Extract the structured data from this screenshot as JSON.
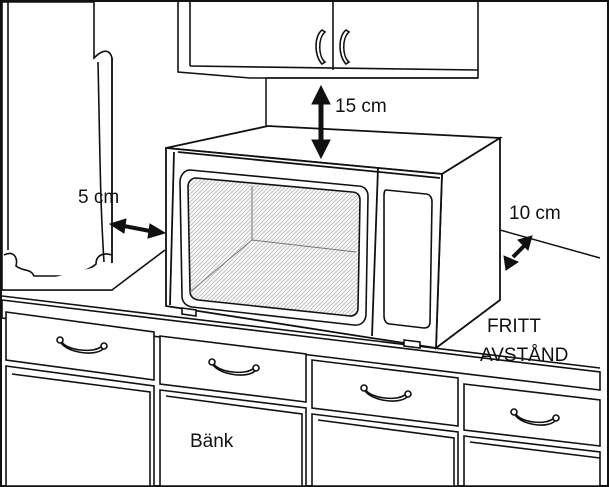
{
  "labels": {
    "top_clearance": "15 cm",
    "side_clearance": "5 cm",
    "back_clearance": "10 cm",
    "free_space_line1": "FRITT",
    "free_space_line2": "AVSTÅND",
    "counter": "Bänk"
  },
  "colors": {
    "line": "#111111",
    "background": "#ffffff",
    "mesh": "#b8b8b8"
  }
}
